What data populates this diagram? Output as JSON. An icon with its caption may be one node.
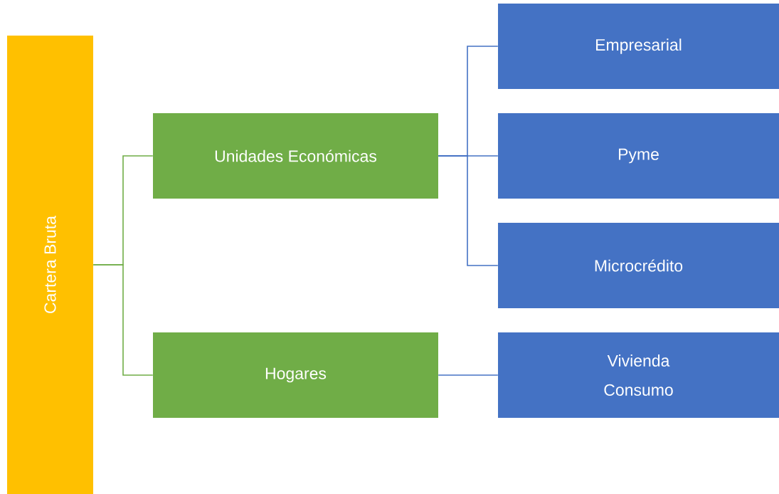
{
  "diagram": {
    "nodes": [
      {
        "text": [
          "Cartera Bruta"
        ]
      },
      {
        "text": [
          "Unidades Económicas"
        ]
      },
      {
        "text": [
          "Hogares"
        ]
      },
      {
        "text": [
          "Empresarial"
        ]
      },
      {
        "text": [
          "Pyme"
        ]
      },
      {
        "text": [
          "Microcrédito"
        ]
      },
      {
        "text": [
          "Vivienda",
          "Consumo"
        ]
      }
    ],
    "edges": [
      {
        "from": 0,
        "to": 1,
        "arrow": "none",
        "color": "#70ad47"
      },
      {
        "from": 0,
        "to": 2,
        "arrow": "none",
        "color": "#70ad47"
      },
      {
        "from": 1,
        "to": 3,
        "arrow": "none"
      },
      {
        "from": 1,
        "to": 4,
        "arrow": "none"
      },
      {
        "from": 1,
        "to": 5,
        "arrow": "none"
      },
      {
        "from": 2,
        "to": 6,
        "arrow": "none"
      }
    ]
  }
}
